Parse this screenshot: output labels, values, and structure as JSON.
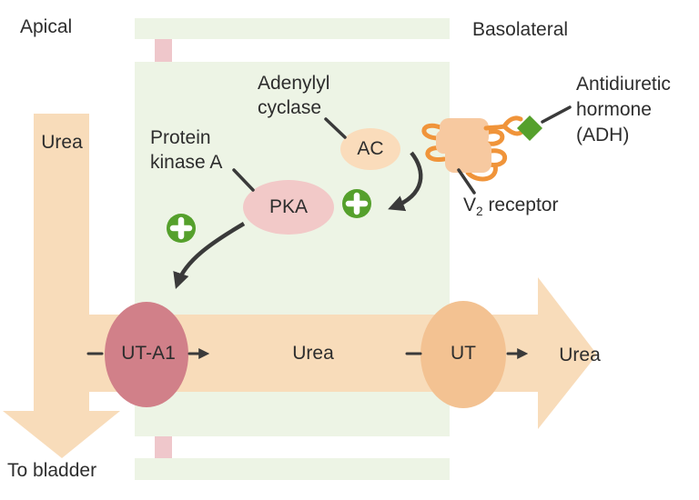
{
  "regions": {
    "apical": "Apical",
    "basolateral": "Basolateral"
  },
  "flows": {
    "urea_lumen": "Urea",
    "urea_cell": "Urea",
    "urea_interstitium": "Urea",
    "to_bladder": "To bladder"
  },
  "enzymes": {
    "adenylyl_cyclase": {
      "line1": "Adenylyl",
      "line2": "cyclase",
      "abbrev": "AC"
    },
    "protein_kinase_a": {
      "line1": "Protein",
      "line2": "kinase A",
      "abbrev": "PKA"
    }
  },
  "transporters": {
    "ut_a1": "UT-A1",
    "ut": "UT"
  },
  "receptor": {
    "v2": {
      "prefix": "V",
      "subscript": "2",
      "rest": " receptor"
    }
  },
  "hormone": {
    "adh": {
      "line1": "Antidiuretic",
      "line2": "hormone",
      "line3": "(ADH)"
    }
  },
  "icons": {
    "stimulation_plus": "plus-circle",
    "adh_ligand": "green-diamond"
  },
  "colors": {
    "cell-fill": "#edf4e5",
    "junction-pink": "#efc7cb",
    "flow-peach": "#f8dcba",
    "transporter-rose": "#d18089",
    "transporter-tan": "#f3c292",
    "pka-pink": "#f2c9c8",
    "ac-peach": "#fadcbb",
    "receptor-body": "#f7c9a0",
    "receptor-loop": "#f0943a",
    "stimulus-green": "#55a02c",
    "ink": "#3a3a3a",
    "text": "#2d2d2d"
  }
}
